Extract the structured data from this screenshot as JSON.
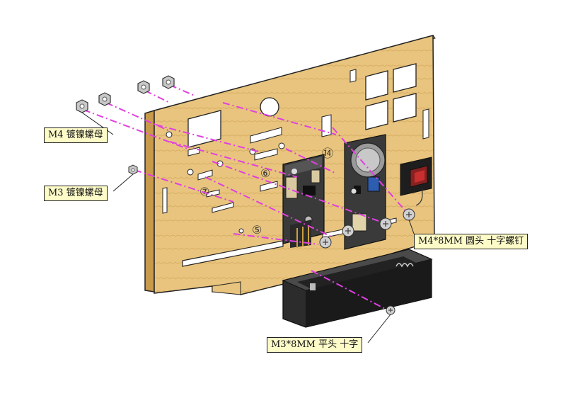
{
  "callouts": {
    "m4_nut": "M4 镀镍螺母",
    "m3_nut": "M3 镀镍螺母",
    "m4_screw": "M4*8MM 圆头 十字螺钉",
    "m3_screw": "M3*8MM 平头 十字"
  },
  "markers": {
    "n14": "⑭",
    "n6": "⑥",
    "n7": "⑦",
    "n5": "⑤"
  },
  "colors": {
    "wood": "#e8c47e",
    "wood_edge": "#d9ad5e",
    "line_magenta": "#e040e0",
    "label_bg": "#fdfbc8",
    "pcb": "#3a3a3a",
    "battery_box": "#2c2c2c"
  }
}
